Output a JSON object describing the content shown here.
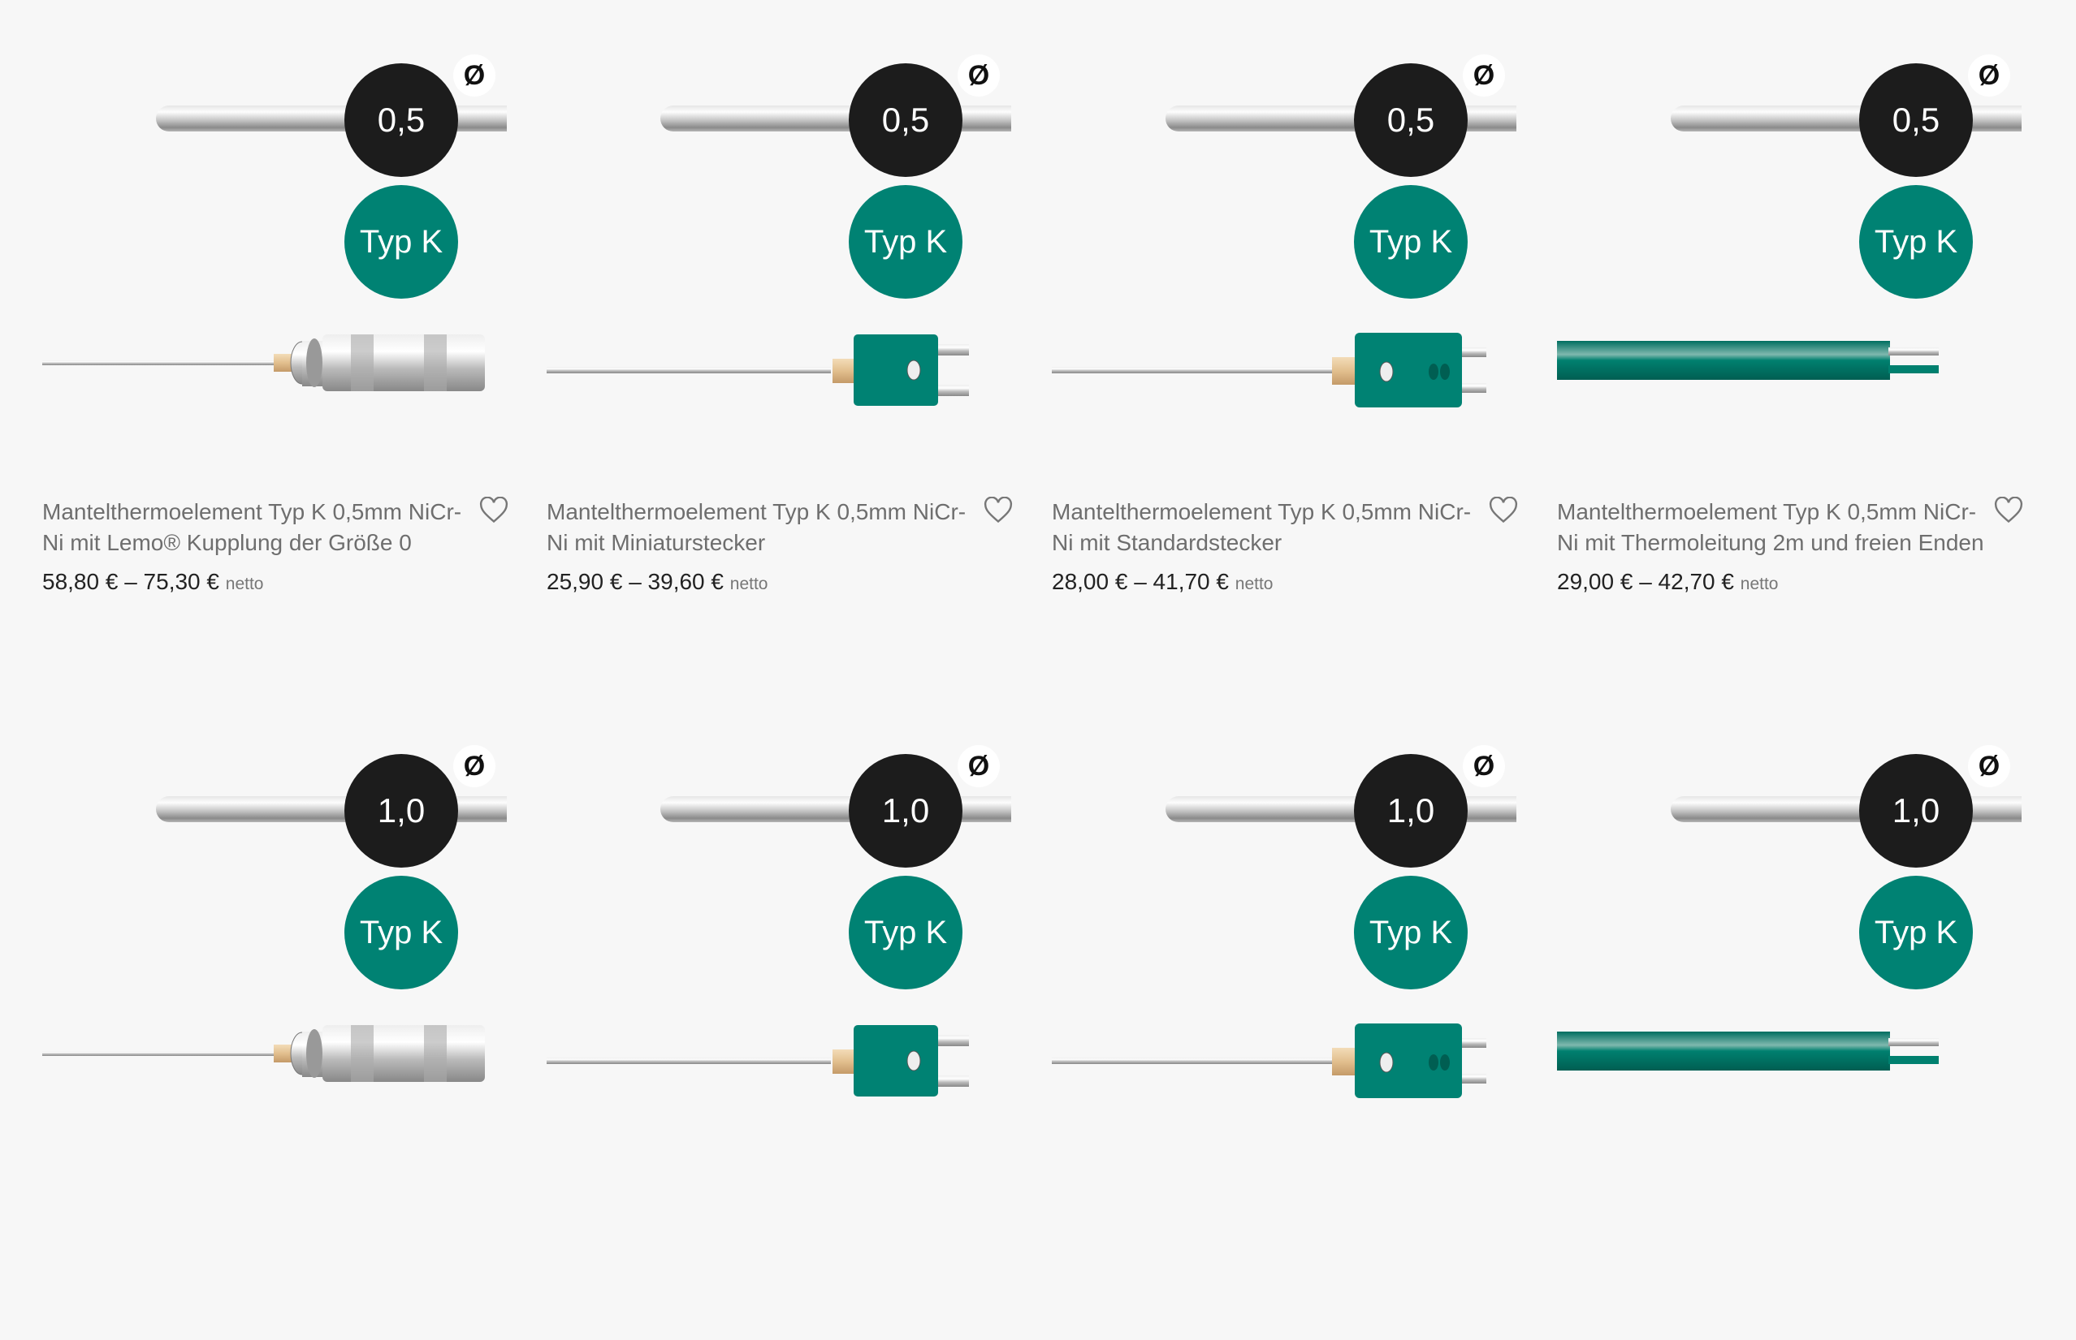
{
  "colors": {
    "background": "#f7f7f7",
    "badge_dark": "#1c1c1c",
    "badge_teal": "#008273",
    "title": "#6e6e6e",
    "price": "#222222"
  },
  "diameter_symbol": "Ø",
  "products": [
    {
      "diameter": "0,5",
      "type_badge": "Typ K",
      "image": "lemo-connector",
      "title": "Mantelthermoelement Typ K 0,5mm NiCr-Ni mit Lemo® Kupplung der Größe 0",
      "price": "58,80 € – 75,30 €",
      "price_suffix": "netto"
    },
    {
      "diameter": "0,5",
      "type_badge": "Typ K",
      "image": "miniature-plug",
      "title": "Mantelthermoelement Typ K 0,5mm NiCr-Ni mit Miniaturstecker",
      "price": "25,90 € – 39,60 €",
      "price_suffix": "netto"
    },
    {
      "diameter": "0,5",
      "type_badge": "Typ K",
      "image": "standard-plug",
      "title": "Mantelthermoelement Typ K 0,5mm NiCr-Ni mit Standardstecker",
      "price": "28,00 € – 41,70 €",
      "price_suffix": "netto"
    },
    {
      "diameter": "0,5",
      "type_badge": "Typ K",
      "image": "cable-free-ends",
      "title": "Mantelthermoelement Typ K 0,5mm NiCr-Ni mit Thermoleitung 2m und freien Enden",
      "price": "29,00 € – 42,70 €",
      "price_suffix": "netto"
    },
    {
      "diameter": "1,0",
      "type_badge": "Typ K",
      "image": "lemo-connector"
    },
    {
      "diameter": "1,0",
      "type_badge": "Typ K",
      "image": "miniature-plug"
    },
    {
      "diameter": "1,0",
      "type_badge": "Typ K",
      "image": "standard-plug"
    },
    {
      "diameter": "1,0",
      "type_badge": "Typ K",
      "image": "cable-free-ends"
    }
  ]
}
